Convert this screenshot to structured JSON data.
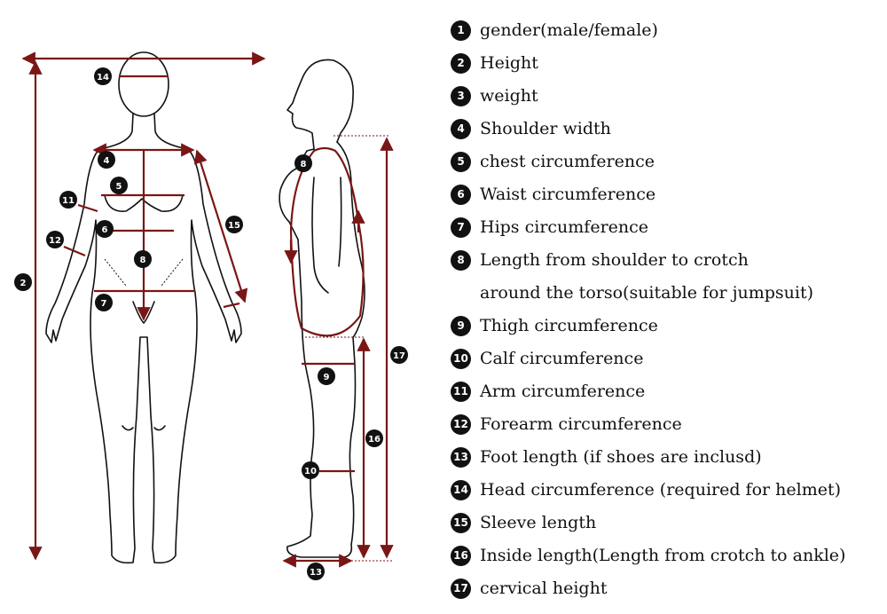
{
  "legend": [
    {
      "num": "1",
      "text": "gender(male/female)"
    },
    {
      "num": "2",
      "text": "Height"
    },
    {
      "num": "3",
      "text": "weight"
    },
    {
      "num": "4",
      "text": "Shoulder width"
    },
    {
      "num": "5",
      "text": "chest circumference"
    },
    {
      "num": "6",
      "text": "Waist circumference"
    },
    {
      "num": "7",
      "text": "Hips circumference"
    },
    {
      "num": "8",
      "text": "Length from shoulder to crotch",
      "text2": "around the torso(suitable for jumpsuit)"
    },
    {
      "num": "9",
      "text": "Thigh circumference"
    },
    {
      "num": "10",
      "text": "Calf circumference"
    },
    {
      "num": "11",
      "text": "Arm circumference"
    },
    {
      "num": "12",
      "text": "Forearm circumference"
    },
    {
      "num": "13",
      "text": "Foot length (if shoes are inclusd)"
    },
    {
      "num": "14",
      "text": "Head circumference (required for helmet)"
    },
    {
      "num": "15",
      "text": "Sleeve length"
    },
    {
      "num": "16",
      "text": "Inside length(Length from crotch to ankle)"
    },
    {
      "num": "17",
      "text": "cervical height"
    }
  ],
  "badges": {
    "front_2": "2",
    "front_4": "4",
    "front_5": "5",
    "front_6": "6",
    "front_7": "7",
    "front_8": "8",
    "front_11": "11",
    "front_12": "12",
    "front_14": "14",
    "front_15": "15",
    "side_8": "8",
    "side_9": "9",
    "side_10": "10",
    "side_13": "13",
    "side_16": "16",
    "side_17": "17"
  },
  "colors": {
    "measure": "#7a1616",
    "outline": "#111111",
    "badge": "#111111"
  }
}
